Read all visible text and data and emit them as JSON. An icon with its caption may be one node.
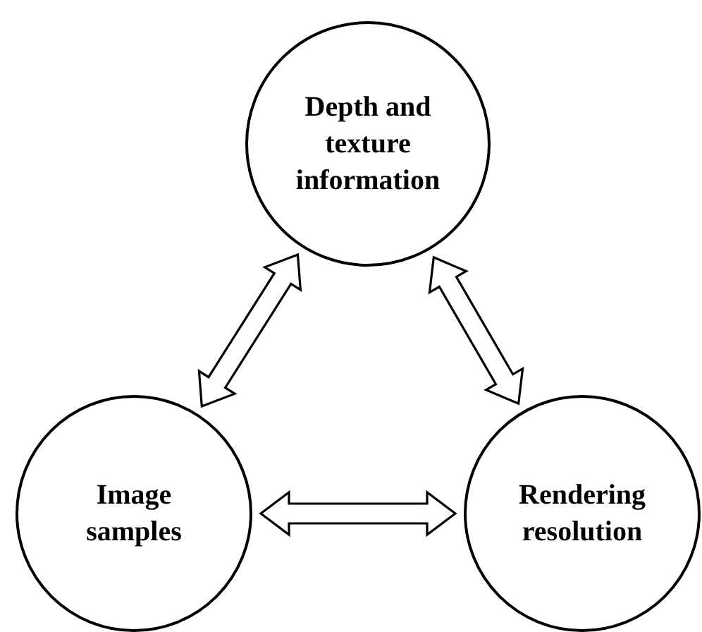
{
  "diagram": {
    "nodes": [
      {
        "text": [
          "Depth and texture information"
        ]
      },
      {
        "text": [
          "Image samples"
        ]
      },
      {
        "text": [
          "Rendering resolution"
        ]
      }
    ],
    "edges": [
      {
        "from": 1,
        "to": 0,
        "arrow": "both"
      },
      {
        "from": 0,
        "to": 2,
        "arrow": "both"
      },
      {
        "from": 1,
        "to": 2,
        "arrow": "both"
      }
    ]
  }
}
